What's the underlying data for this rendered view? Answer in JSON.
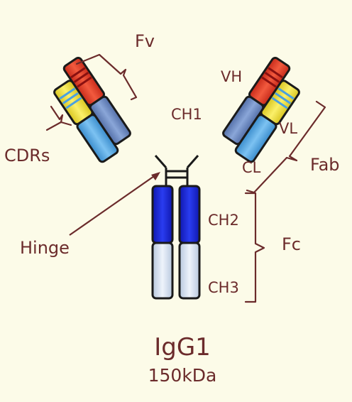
{
  "labels": {
    "fv": "Fv",
    "cdrs": "CDRs",
    "vh": "VH",
    "ch1": "CH1",
    "vl": "VL",
    "cl": "CL",
    "fab": "Fab",
    "hinge": "Hinge",
    "ch2": "CH2",
    "fc": "Fc",
    "ch3": "CH3"
  },
  "title": "IgG1",
  "subtitle": "150kDa",
  "colors": {
    "background": "#fcfbe8",
    "label": "#6b2b2b",
    "vh_red": "#e8402a",
    "vl_yellow": "#f5e63a",
    "ch1_slate": "#6f8fc8",
    "cl_light_blue": "#55a8e8",
    "ch2_blue": "#1a28d8",
    "ch3_pale": "#d6e2f2",
    "cdr_stripe_red": "#8a1010",
    "cdr_stripe_blue": "#4aa0e0"
  }
}
